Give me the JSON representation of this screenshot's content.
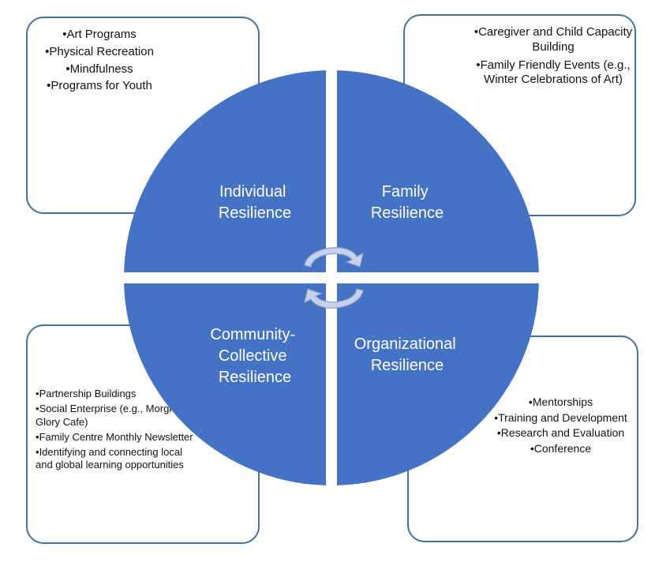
{
  "quadrants": {
    "individual": [
      "Individual",
      "Resilience"
    ],
    "family": [
      "Family",
      "Resilience"
    ],
    "community": [
      "Community-",
      "Collective",
      "Resilience"
    ],
    "organizational": [
      "Organizational",
      "Resilience"
    ]
  },
  "boxes": {
    "individual_items": [
      "Art Programs",
      "Physical Recreation",
      "Mindfulness",
      "Programs for Youth"
    ],
    "family_items": [
      "Caregiver and Child Capacity Building",
      "Family Friendly Events (e.g., Winter Celebrations of Art)"
    ],
    "community_items": [
      "Partnership Buildings",
      "Social Enterprise (e.g., Morgning Glory Cafe)",
      "Family Centre Monthly Newsletter",
      "Identifying and connecting local and global learning opportunities"
    ],
    "organizational_items": [
      "Mentorships",
      "Training and Development",
      "Research and Evaluation",
      "Conference"
    ]
  },
  "colors": {
    "quadrant_fill": "#4472c4",
    "box_border": "#41719c",
    "arrow_fill": "#c7d1eb"
  }
}
